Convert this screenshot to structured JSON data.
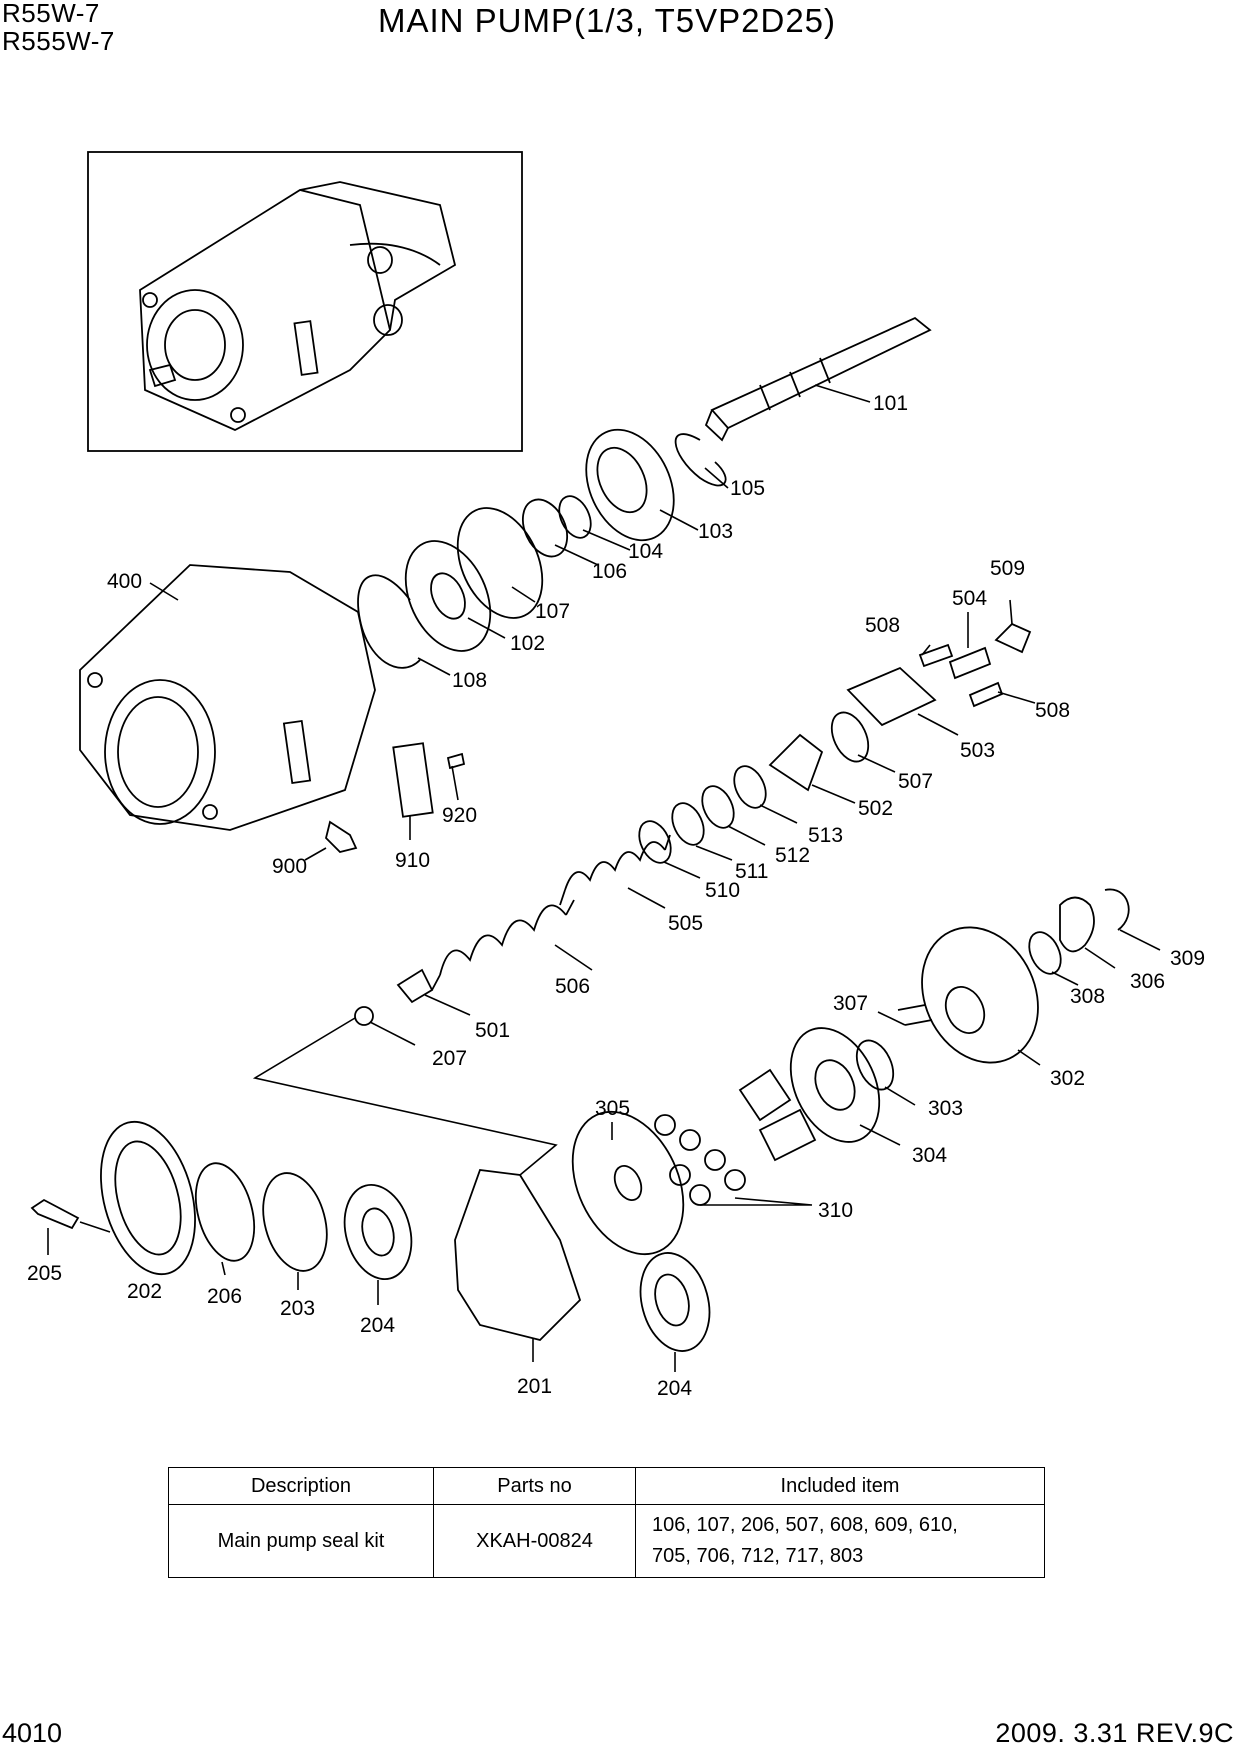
{
  "header": {
    "models": [
      "R55W-7",
      "R555W-7"
    ],
    "title": "MAIN PUMP(1/3, T5VP2D25)"
  },
  "callouts": [
    "101",
    "105",
    "103",
    "104",
    "106",
    "107",
    "102",
    "108",
    "400",
    "920",
    "910",
    "900",
    "509",
    "504",
    "508",
    "508",
    "503",
    "507",
    "502",
    "513",
    "512",
    "511",
    "510",
    "505",
    "506",
    "501",
    "207",
    "309",
    "306",
    "308",
    "307",
    "302",
    "303",
    "304",
    "305",
    "310",
    "205",
    "202",
    "206",
    "203",
    "204",
    "201",
    "204"
  ],
  "kit_table": {
    "headers": [
      "Description",
      "Parts no",
      "Included item"
    ],
    "rows": [
      {
        "description": "Main pump seal kit",
        "parts_no": "XKAH-00824",
        "included_items": [
          "106, 107, 206, 507, 608, 609, 610,",
          "705, 706, 712, 717, 803"
        ]
      }
    ]
  },
  "footer": {
    "page_number": "4010",
    "revision": "2009. 3.31  REV.9C"
  }
}
